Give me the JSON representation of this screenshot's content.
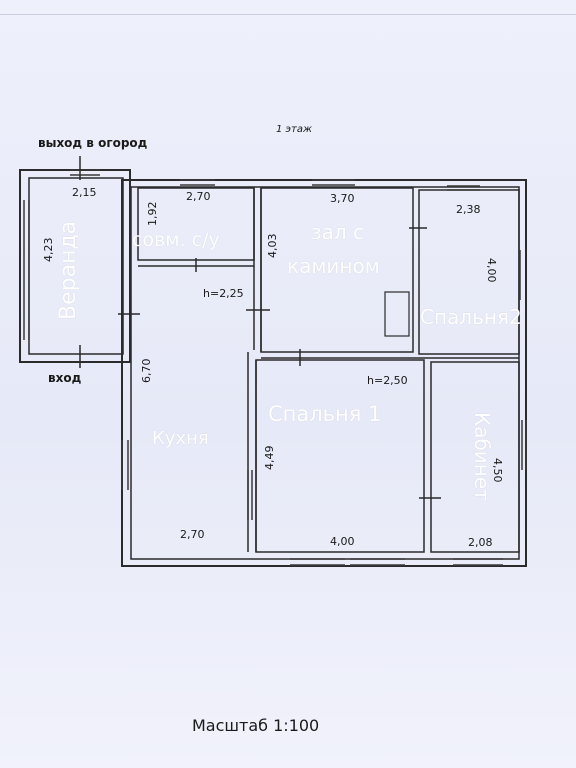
{
  "floor_title": "1 этаж",
  "exit_to_garden": "выход в огород",
  "entrance": "вход",
  "scale": "Масштаб  1:100",
  "rooms": {
    "veranda": "Веранда",
    "bathroom": "совм. с/у",
    "hall_line1": "зал с",
    "hall_line2": "камином",
    "bedroom2": "Спальня2",
    "kitchen": "Кухня",
    "bedroom1": "Спальня 1",
    "office": "Кабинет"
  },
  "dimensions": {
    "veranda_width": "2,15",
    "veranda_length": "4,23",
    "bathroom_width": "2,70",
    "bathroom_length": "1,92",
    "hall_width": "3,70",
    "hall_length": "4,03",
    "bedroom2_width": "2,38",
    "bedroom2_length": "4,00",
    "kitchen_height": "h=2,25",
    "kitchen_length": "6,70",
    "kitchen_width": "2,70",
    "bedroom1_height": "h=2,50",
    "bedroom1_length": "4,49",
    "bedroom1_width": "4,00",
    "office_length": "4,50",
    "office_width": "2,08"
  },
  "colors": {
    "wall": "#2b2b2b",
    "window": "#4a4a4a",
    "room_label_white": "#ffffff",
    "paper": "#eceefa"
  }
}
